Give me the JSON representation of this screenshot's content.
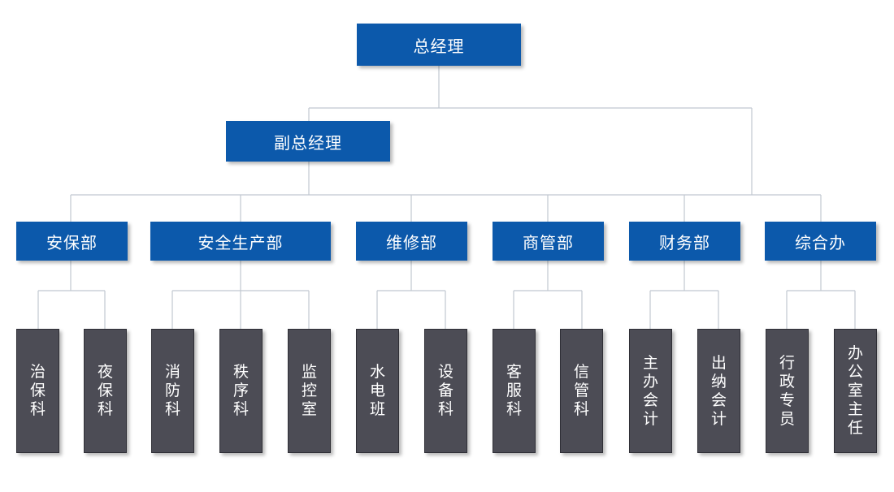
{
  "colors": {
    "box_blue": "#0c59ab",
    "box_gray": "#4c4c55",
    "connector": "#c0c8d0"
  },
  "org": {
    "ceo": "总经理",
    "deputy": "副总经理",
    "departments": [
      {
        "name": "安保部",
        "units": [
          "治保科",
          "夜保科"
        ]
      },
      {
        "name": "安全生产部",
        "units": [
          "消防科",
          "秩序科",
          "监控室"
        ]
      },
      {
        "name": "维修部",
        "units": [
          "水电班",
          "设备科"
        ]
      },
      {
        "name": "商管部",
        "units": [
          "客服科",
          "信管科"
        ]
      },
      {
        "name": "财务部",
        "units": [
          "主办会计",
          "出纳会计"
        ]
      },
      {
        "name": "综合办",
        "units": [
          "行政专员",
          "办公室主任"
        ]
      }
    ]
  }
}
